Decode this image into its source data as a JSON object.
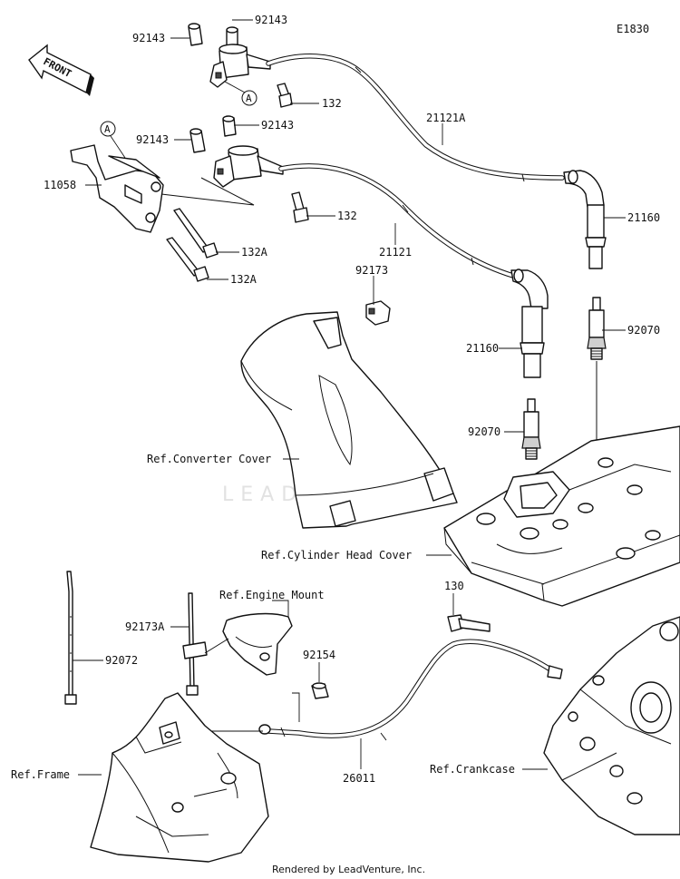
{
  "diagram_code": "E1830",
  "front_label": "FRONT",
  "watermark": "LEADVENTURE",
  "footer": "Rendered by LeadVenture, Inc.",
  "callout_letter": "A",
  "labels": {
    "p92143_a": "92143",
    "p92143_b": "92143",
    "p92143_c": "92143",
    "p92143_d": "92143",
    "p132_a": "132",
    "p132_b": "132",
    "p11058": "11058",
    "p132A_a": "132A",
    "p132A_b": "132A",
    "p21121A": "21121A",
    "p21121": "21121",
    "p21160_a": "21160",
    "p21160_b": "21160",
    "p92173": "92173",
    "p92070_a": "92070",
    "p92070_b": "92070",
    "ref_converter_cover": "Ref.Converter Cover",
    "ref_cylinder_head_cover": "Ref.Cylinder Head Cover",
    "p130": "130",
    "ref_engine_mount": "Ref.Engine Mount",
    "p92173A": "92173A",
    "p92072": "92072",
    "p92154": "92154",
    "ref_frame": "Ref.Frame",
    "p26011": "26011",
    "ref_crankcase": "Ref.Crankcase"
  }
}
